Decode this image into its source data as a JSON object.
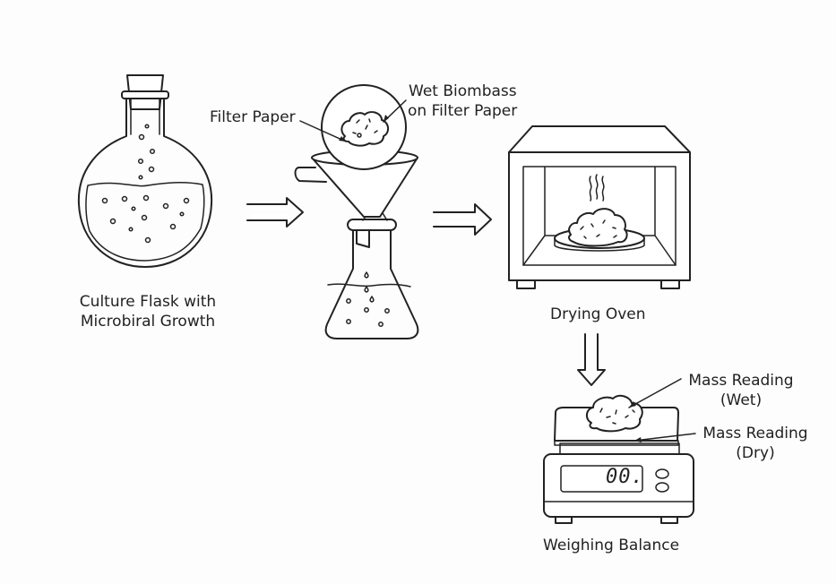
{
  "diagram": {
    "title": "Microbial biomass determination workflow",
    "steps": [
      {
        "id": "flask",
        "label_line1": "Culture Flask with",
        "label_line2": "Microbiral Growth"
      },
      {
        "id": "filtration",
        "callouts": {
          "filter_paper": "Filter Paper",
          "wet_biomass_line1": "Wet Biombass",
          "wet_biomass_line2": "on Filter Paper"
        }
      },
      {
        "id": "oven",
        "label": "Drying Oven"
      },
      {
        "id": "balance",
        "label": "Weighing Balance",
        "display_value": "00.",
        "callouts": {
          "wet_line1": "Mass Reading",
          "wet_line2": "(Wet)",
          "dry_line1": "Mass Reading",
          "dry_line2": "(Dry)"
        }
      }
    ],
    "flow": [
      "flask → filtration",
      "filtration → oven",
      "oven → balance"
    ]
  }
}
